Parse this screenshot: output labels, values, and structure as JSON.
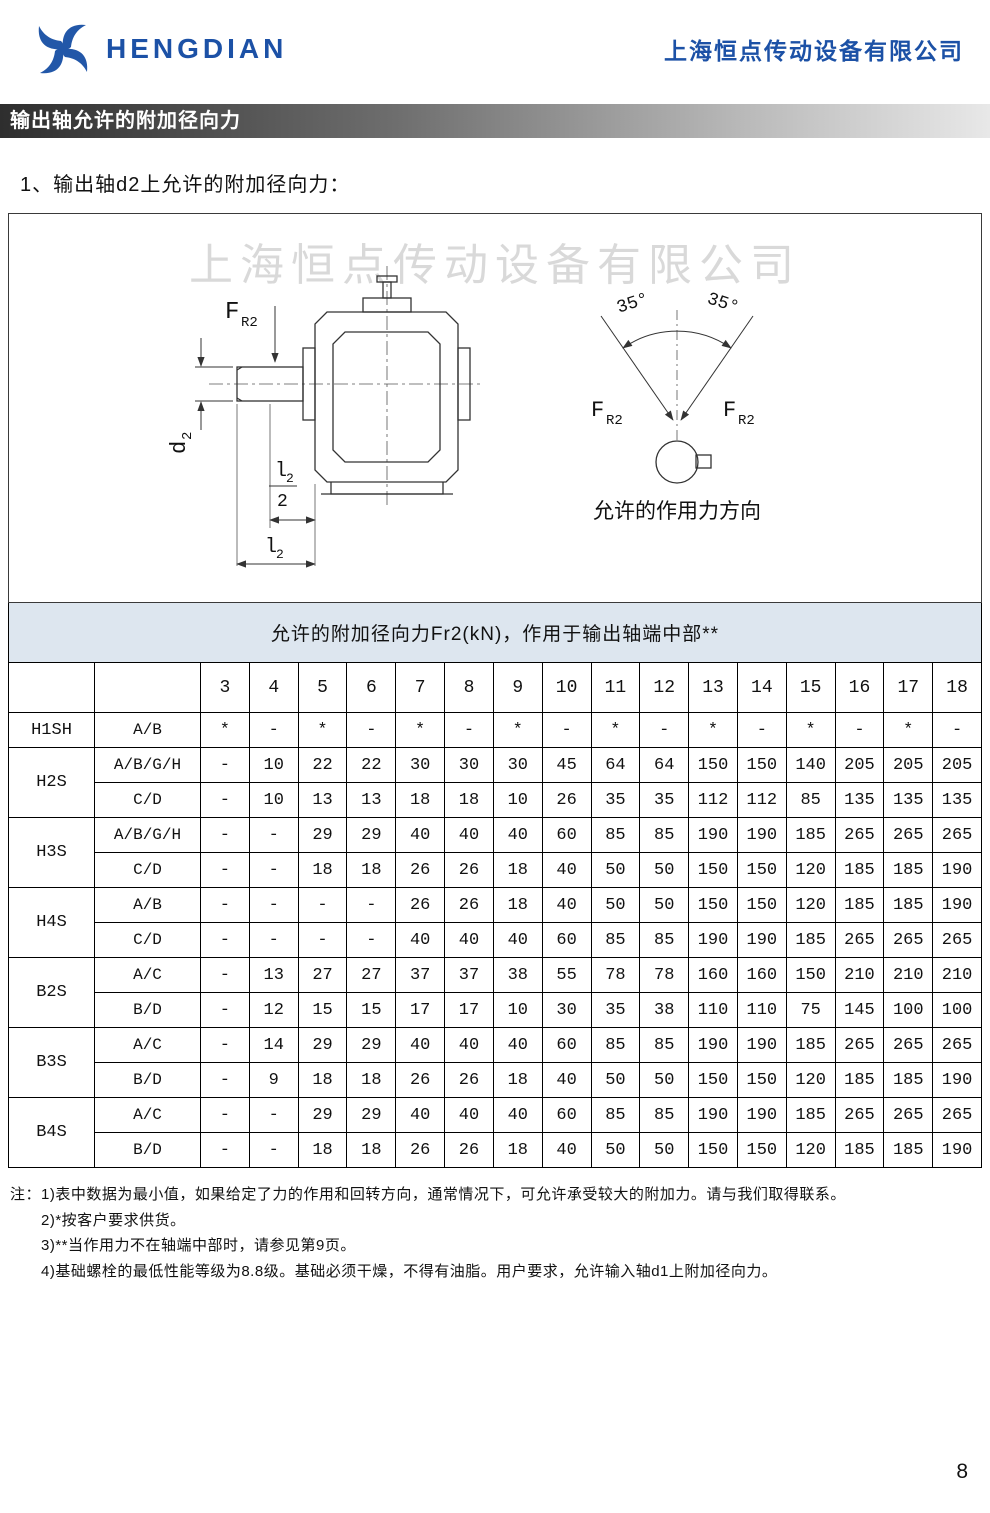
{
  "header": {
    "logo_text": "HENGDIAN",
    "company_name": "上海恒点传动设备有限公司",
    "accent_color": "#1c51a6"
  },
  "title_bar": {
    "text": "输出轴允许的附加径向力"
  },
  "section": {
    "heading": "1、输出轴d2上允许的附加径向力："
  },
  "diagram": {
    "watermark": "上海恒点传动设备有限公司",
    "caption": "允许的作用力方向",
    "labels": {
      "force_symbol": "F",
      "force_sub": "R2",
      "shaft_dia_symbol": "d",
      "shaft_dia_sub": "2",
      "len_symbol": "l",
      "len_sub": "2",
      "half_denominator": "2",
      "angle_left": "35°",
      "angle_right": "35°"
    }
  },
  "table": {
    "caption": "允许的附加径向力Fr2(kN)，作用于输出轴端中部**",
    "col_headers": [
      "3",
      "4",
      "5",
      "6",
      "7",
      "8",
      "9",
      "10",
      "11",
      "12",
      "13",
      "14",
      "15",
      "16",
      "17",
      "18"
    ],
    "groups": [
      {
        "model": "H1SH",
        "rows": [
          {
            "variant": "A/B",
            "values": [
              "*",
              "-",
              "*",
              "-",
              "*",
              "-",
              "*",
              "-",
              "*",
              "-",
              "*",
              "-",
              "*",
              "-",
              "*",
              "-"
            ]
          }
        ]
      },
      {
        "model": "H2S",
        "rows": [
          {
            "variant": "A/B/G/H",
            "values": [
              "-",
              "10",
              "22",
              "22",
              "30",
              "30",
              "30",
              "45",
              "64",
              "64",
              "150",
              "150",
              "140",
              "205",
              "205",
              "205"
            ]
          },
          {
            "variant": "C/D",
            "values": [
              "-",
              "10",
              "13",
              "13",
              "18",
              "18",
              "10",
              "26",
              "35",
              "35",
              "112",
              "112",
              "85",
              "135",
              "135",
              "135"
            ]
          }
        ]
      },
      {
        "model": "H3S",
        "rows": [
          {
            "variant": "A/B/G/H",
            "values": [
              "-",
              "-",
              "29",
              "29",
              "40",
              "40",
              "40",
              "60",
              "85",
              "85",
              "190",
              "190",
              "185",
              "265",
              "265",
              "265"
            ]
          },
          {
            "variant": "C/D",
            "values": [
              "-",
              "-",
              "18",
              "18",
              "26",
              "26",
              "18",
              "40",
              "50",
              "50",
              "150",
              "150",
              "120",
              "185",
              "185",
              "190"
            ]
          }
        ]
      },
      {
        "model": "H4S",
        "rows": [
          {
            "variant": "A/B",
            "values": [
              "-",
              "-",
              "-",
              "-",
              "26",
              "26",
              "18",
              "40",
              "50",
              "50",
              "150",
              "150",
              "120",
              "185",
              "185",
              "190"
            ]
          },
          {
            "variant": "C/D",
            "values": [
              "-",
              "-",
              "-",
              "-",
              "40",
              "40",
              "40",
              "60",
              "85",
              "85",
              "190",
              "190",
              "185",
              "265",
              "265",
              "265"
            ]
          }
        ]
      },
      {
        "model": "B2S",
        "rows": [
          {
            "variant": "A/C",
            "values": [
              "-",
              "13",
              "27",
              "27",
              "37",
              "37",
              "38",
              "55",
              "78",
              "78",
              "160",
              "160",
              "150",
              "210",
              "210",
              "210"
            ]
          },
          {
            "variant": "B/D",
            "values": [
              "-",
              "12",
              "15",
              "15",
              "17",
              "17",
              "10",
              "30",
              "35",
              "38",
              "110",
              "110",
              "75",
              "145",
              "100",
              "100"
            ]
          }
        ]
      },
      {
        "model": "B3S",
        "rows": [
          {
            "variant": "A/C",
            "values": [
              "-",
              "14",
              "29",
              "29",
              "40",
              "40",
              "40",
              "60",
              "85",
              "85",
              "190",
              "190",
              "185",
              "265",
              "265",
              "265"
            ]
          },
          {
            "variant": "B/D",
            "values": [
              "-",
              "9",
              "18",
              "18",
              "26",
              "26",
              "18",
              "40",
              "50",
              "50",
              "150",
              "150",
              "120",
              "185",
              "185",
              "190"
            ]
          }
        ]
      },
      {
        "model": "B4S",
        "rows": [
          {
            "variant": "A/C",
            "values": [
              "-",
              "-",
              "29",
              "29",
              "40",
              "40",
              "40",
              "60",
              "85",
              "85",
              "190",
              "190",
              "185",
              "265",
              "265",
              "265"
            ]
          },
          {
            "variant": "B/D",
            "values": [
              "-",
              "-",
              "18",
              "18",
              "26",
              "26",
              "18",
              "40",
              "50",
              "50",
              "150",
              "150",
              "120",
              "185",
              "185",
              "190"
            ]
          }
        ]
      }
    ]
  },
  "notes": {
    "prefix": "注：",
    "items": [
      "1)表中数据为最小值，如果给定了力的作用和回转方向，通常情况下，可允许承受较大的附加力。请与我们取得联系。",
      "2)*按客户要求供货。",
      "3)**当作用力不在轴端中部时，请参见第9页。",
      "4)基础螺栓的最低性能等级为8.8级。基础必须干燥，不得有油脂。用户要求，允许输入轴d1上附加径向力。"
    ]
  },
  "footer": {
    "page_number": "8"
  }
}
